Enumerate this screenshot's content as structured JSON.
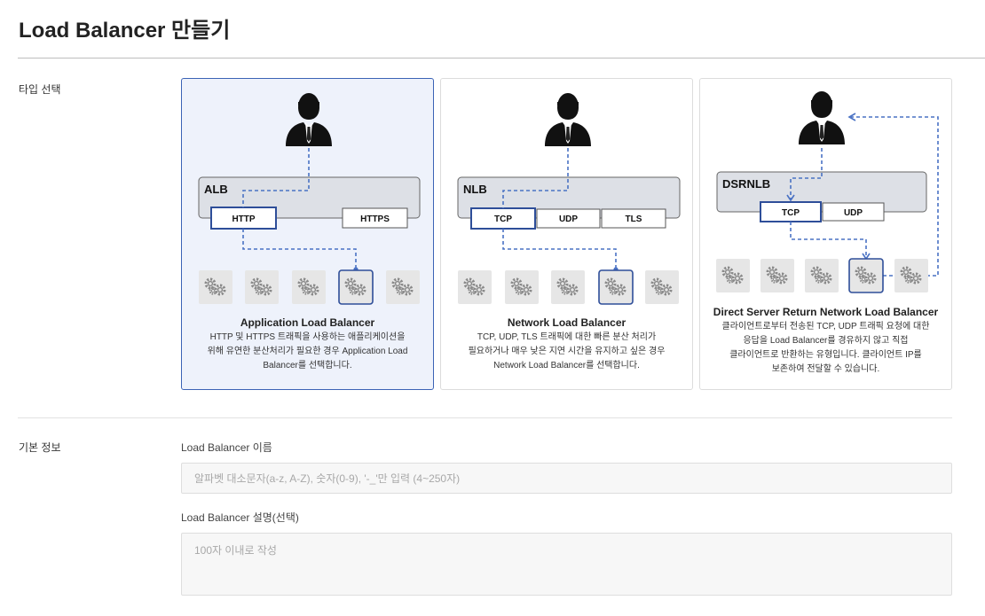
{
  "page": {
    "title": "Load Balancer 만들기"
  },
  "type_section": {
    "label": "타입 선택",
    "cards": [
      {
        "id": "alb",
        "selected": true,
        "diagram_label": "ALB",
        "protocols": [
          "HTTP",
          "HTTPS"
        ],
        "title": "Application Load Balancer",
        "desc_lines": [
          "HTTP 및 HTTPS 트래픽을 사용하는 애플리케이션을",
          "위해 유연한 분산처리가 필요한 경우 Application Load",
          "Balancer를 선택합니다."
        ]
      },
      {
        "id": "nlb",
        "selected": false,
        "diagram_label": "NLB",
        "protocols": [
          "TCP",
          "UDP",
          "TLS"
        ],
        "title": "Network Load Balancer",
        "desc_lines": [
          "TCP, UDP, TLS 트래픽에 대한 빠른 분산 처리가",
          "필요하거나 매우 낮은 지연 시간을 유지하고 싶은 경우",
          "Network Load Balancer를 선택합니다."
        ]
      },
      {
        "id": "dsrnlb",
        "selected": false,
        "diagram_label": "DSRNLB",
        "protocols": [
          "TCP",
          "UDP"
        ],
        "title": "Direct Server Return Network Load Balancer",
        "desc_lines": [
          "클라이언트로부터 전송된 TCP, UDP 트래픽 요청에 대한",
          "응답을 Load Balancer를 경유하지 않고 직접",
          "클라이언트로 반환하는 유형입니다. 클라이언트 IP를",
          "보존하여 전달할 수 있습니다."
        ]
      }
    ]
  },
  "basic_section": {
    "label": "기본 정보",
    "name_label": "Load Balancer 이름",
    "name_placeholder": "알파벳 대소문자(a-z, A-Z), 숫자(0-9), '-_'만 입력 (4~250자)",
    "name_value": "",
    "desc_label": "Load Balancer 설명(선택)",
    "desc_placeholder": "100자 이내로 작성",
    "desc_value": ""
  },
  "colors": {
    "accent": "#3b63b5",
    "dashed_line": "#4a72c4",
    "selected_bg": "#eef2fb",
    "lb_box": "#dde0e6",
    "server_tile": "#e6e6e6",
    "gear": "#8a8a8a"
  },
  "icons": [
    "user-icon",
    "server-gear-icon"
  ]
}
